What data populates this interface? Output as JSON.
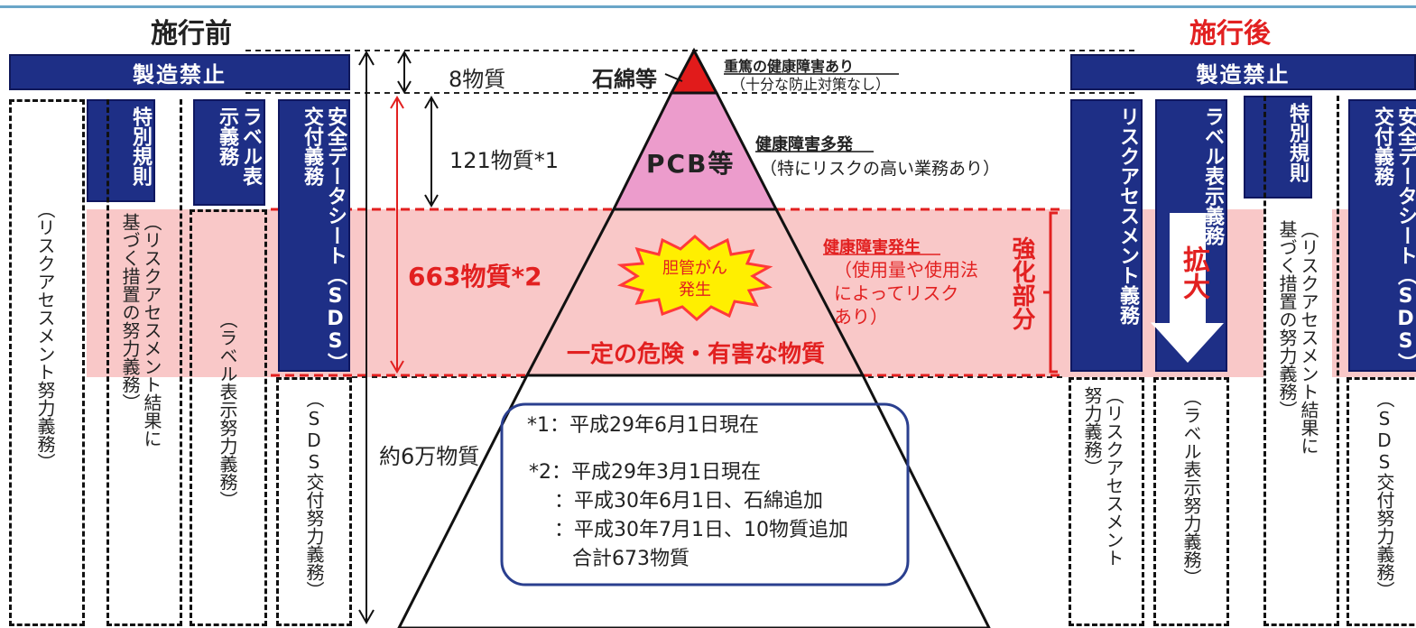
{
  "headers": {
    "before": "施行前",
    "after": "施行後"
  },
  "ban": {
    "before": "製造禁止",
    "after": "製造禁止"
  },
  "tiers": {
    "t1": {
      "count": "8物質",
      "name": "石綿等",
      "effect": "重篤の健康障害あり",
      "note": "（十分な防止対策なし）"
    },
    "t2": {
      "count": "121物質*1",
      "name": "PCB等",
      "effect": "健康障害多発",
      "note": "（特にリスクの高い業務あり）"
    },
    "t3": {
      "count": "663物質*2",
      "burst": "胆管がん\n発生",
      "effect": "健康障害発生",
      "note": "（使用量や使用法\nによってリスク\nあり）",
      "name": "一定の危険・有害な物質",
      "strengthen": "強化部分"
    },
    "t4": {
      "count": "約6万物質"
    }
  },
  "notes": {
    "n1": "*1：平成29年6月1日現在",
    "n2": "*2：平成29年3月1日現在",
    "n3": "：平成30年6月1日、石綿追加",
    "n4": "：平成30年7月1日、10物質追加",
    "n5": "合計673物質"
  },
  "left": {
    "risk_effort": "（リスクアセスメント努力義務）",
    "special": "特別規則",
    "special_effort": "（リスクアセスメント結果に\n基づく措置の努力義務）",
    "label": "ラベル表示義務",
    "label_effort": "（ラベル表示努力義務）",
    "sds": "安全データシート（SDS）交付義務",
    "sds_effort": "（SDS交付努力義務）"
  },
  "right": {
    "risk": "リスクアセスメント義務",
    "risk_effort": "（リスクアセスメント\n努力義務）",
    "label": "ラベル表示義務",
    "expand": "拡大",
    "label_effort": "（ラベル表示努力義務）",
    "special": "特別規則",
    "special_effort": "（リスクアセスメント結果に\n基づく措置の努力義務）",
    "sds": "安全データシート（SDS）交付義務",
    "sds_effort": "（SDS交付努力義務）"
  },
  "colors": {
    "navy": "#1e2f86",
    "red": "#e22020",
    "pink": "#f9c8c8",
    "pcb": "#ec9ccc",
    "notebox": "#2a3f8f",
    "burst": "#ffef00"
  }
}
